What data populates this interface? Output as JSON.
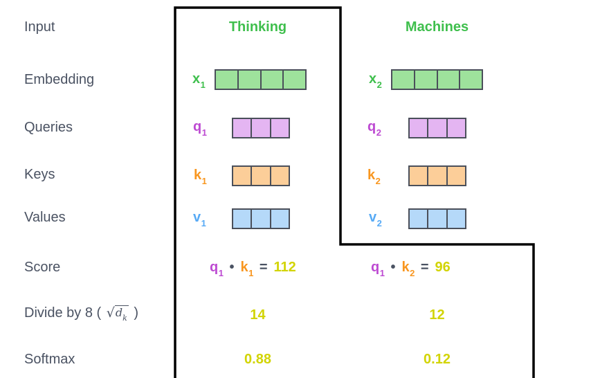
{
  "colors": {
    "green": "#3fbf4d",
    "green_fill": "#9ee29c",
    "purple": "#bd4ad2",
    "purple_fill": "#e4b5f2",
    "orange": "#f8961f",
    "orange_fill": "#fcce99",
    "blue": "#57aaf5",
    "blue_fill": "#b5d9f9",
    "yellow": "#d2d404",
    "text_dark": "#4a5262",
    "cell_border": "#4a4f5a",
    "step_border": "#000000"
  },
  "rows": {
    "input": "Input",
    "embedding": "Embedding",
    "queries": "Queries",
    "keys": "Keys",
    "values": "Values",
    "score": "Score",
    "divide_prefix": "Divide by 8 (",
    "divide_sqrt_symbol": "√",
    "divide_radicand": "d",
    "divide_radicand_sub": "k",
    "divide_suffix": ")",
    "softmax": "Softmax"
  },
  "columns": [
    {
      "header": "Thinking",
      "embedding": {
        "base": "x",
        "sub": "1",
        "cells": 4
      },
      "query": {
        "base": "q",
        "sub": "1",
        "cells": 3
      },
      "key": {
        "base": "k",
        "sub": "1",
        "cells": 3
      },
      "value": {
        "base": "v",
        "sub": "1",
        "cells": 3
      },
      "score": {
        "q_base": "q",
        "q_sub": "1",
        "dot": "•",
        "k_base": "k",
        "k_sub": "1",
        "equals": "=",
        "result": "112"
      },
      "divided": "14",
      "softmax": "0.88"
    },
    {
      "header": "Machines",
      "embedding": {
        "base": "x",
        "sub": "2",
        "cells": 4
      },
      "query": {
        "base": "q",
        "sub": "2",
        "cells": 3
      },
      "key": {
        "base": "k",
        "sub": "2",
        "cells": 3
      },
      "value": {
        "base": "v",
        "sub": "2",
        "cells": 3
      },
      "score": {
        "q_base": "q",
        "q_sub": "1",
        "dot": "•",
        "k_base": "k",
        "k_sub": "2",
        "equals": "=",
        "result": "96"
      },
      "divided": "12",
      "softmax": "0.12"
    }
  ]
}
